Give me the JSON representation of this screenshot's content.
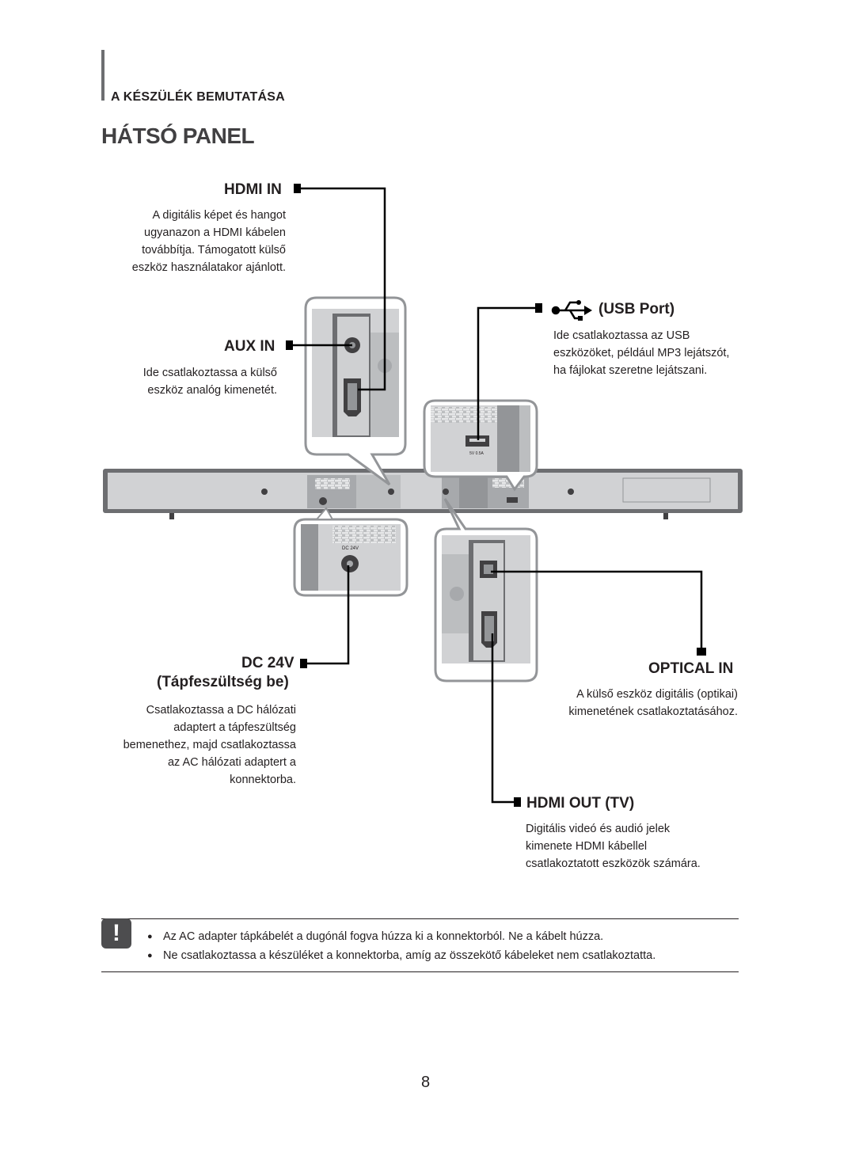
{
  "section": {
    "label": "A KÉSZÜLÉK BEMUTATÁSA"
  },
  "page": {
    "title": "HÁTSÓ PANEL",
    "number": "8"
  },
  "ports": {
    "hdmi_in": {
      "label": "HDMI IN",
      "desc": [
        "A digitális képet és hangot",
        "ugyanazon a HDMI kábelen",
        "továbbítja. Támogatott külső",
        "eszköz használatakor ajánlott."
      ]
    },
    "aux_in": {
      "label": "AUX IN",
      "desc": [
        "Ide csatlakoztassa a külső",
        "eszköz analóg kimenetét."
      ]
    },
    "usb": {
      "label": "(USB Port)",
      "desc": [
        "Ide csatlakoztassa az USB",
        "eszközöket, például MP3 lejátszót,",
        "ha fájlokat szeretne lejátszani."
      ]
    },
    "dc": {
      "label": "DC 24V",
      "label2": "(Tápfeszültség be)",
      "desc": [
        "Csatlakoztassa a DC hálózati",
        "adaptert a tápfeszültség",
        "bemenethez, majd csatlakoztassa",
        "az AC hálózati adaptert a",
        "konnektorba."
      ]
    },
    "optical": {
      "label": "OPTICAL IN",
      "desc": [
        "A külső eszköz digitális (optikai)",
        "kimenetének csatlakoztatásához."
      ]
    },
    "hdmi_out": {
      "label": "HDMI OUT (TV)",
      "desc": [
        "Digitális videó és audió jelek",
        "kimenete HDMI kábellel",
        "csatlakoztatott eszközök számára."
      ]
    }
  },
  "device_marks": {
    "dc": "DC 24V",
    "usb": "5V 0.5A"
  },
  "notes": {
    "icon": "!",
    "items": [
      "Az AC adapter tápkábelét a dugónál fogva húzza ki a konnektorból. Ne a kábelt húzza.",
      "Ne csatlakoztassa a készüléket a konnektorba, amíg az összekötő kábeleket nem csatlakoztatta."
    ]
  },
  "colors": {
    "panel": "#cfd0d2",
    "panel_dark": "#6d6e71",
    "outline": "#58595b",
    "line": "#000000"
  }
}
